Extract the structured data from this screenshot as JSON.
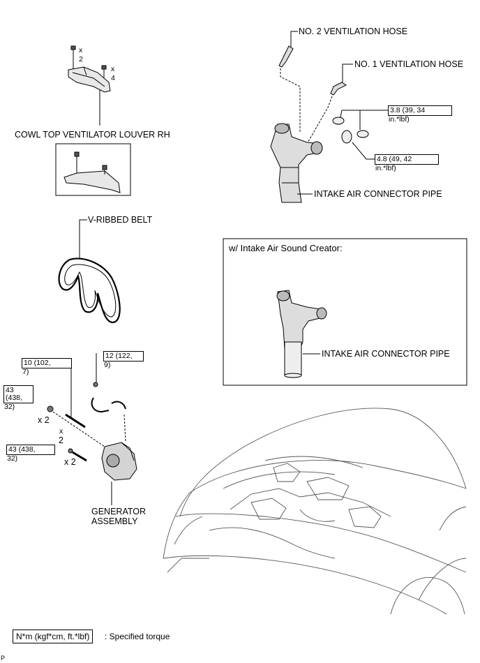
{
  "labels": {
    "cowl_top": "COWL TOP VENTILATOR LOUVER RH",
    "cowl_qty_a_x": "x",
    "cowl_qty_a_n": "2",
    "cowl_qty_b_x": "x",
    "cowl_qty_b_n": "4",
    "no2_hose": "NO. 2 VENTILATION HOSE",
    "no1_hose": "NO. 1 VENTILATION HOSE",
    "intake_pipe": "INTAKE AIR CONNECTOR PIPE",
    "v_belt": "V-RIBBED BELT",
    "sound_creator_title": "w/ Intake  Air Sound Creator:",
    "intake_pipe_inset": "INTAKE AIR CONNECTOR PIPE",
    "generator_line1": "GENERATOR",
    "generator_line2": "ASSEMBLY",
    "gen_qty1": "x 2",
    "gen_qty2_x": "x",
    "gen_qty2_n": "2",
    "gen_qty3": "x 2"
  },
  "torques": {
    "t_38_a": "3.8 (39, 34",
    "t_38_b": "in.*lbf)",
    "t_48_a": "4.8 (49, 42",
    "t_48_b": "in.*lbf)",
    "t_10_a": "10 (102,",
    "t_10_b": "7)",
    "t_12_a": "12 (122,",
    "t_12_b": "9)",
    "t_43a_a": "43 (438,",
    "t_43a_b": "32)",
    "t_43b_a": "43 (438,",
    "t_43b_b": "32)"
  },
  "legend": {
    "unit": "N*m (kgf*cm, ft.*lbf)",
    "text": ": Specified torque"
  },
  "corner_mark": "P"
}
